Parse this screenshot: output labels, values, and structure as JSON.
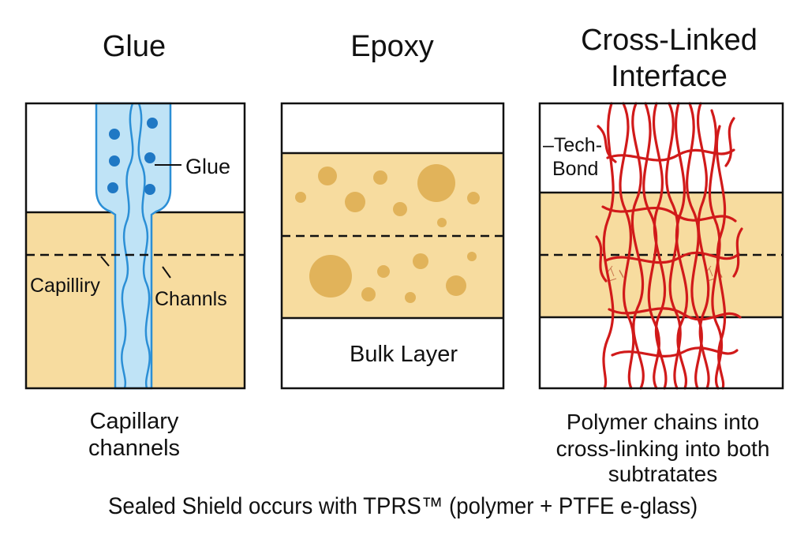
{
  "panels": {
    "glue": {
      "title": "Glue",
      "callout_glue": "Glue",
      "label_left": "Capilliry",
      "label_right": "Channls",
      "caption": "Capillary\nchannels"
    },
    "epoxy": {
      "title": "Epoxy",
      "bulk_label": "Bulk Layer"
    },
    "crosslinked": {
      "title": "Cross-Linked\nInterface",
      "tech_bond_1": "–Tech-",
      "tech_bond_2": "Bond",
      "caption_1": "Polymer chains into",
      "caption_2": "cross-linking into both",
      "caption_3": "subtratates"
    }
  },
  "footer": "Sealed Shield occurs with TPRS™ (polymer + PTFE e-glass)",
  "colors": {
    "substrate": "#f7dc9f",
    "glue_fill": "#bfe3f6",
    "glue_stroke": "#2b8fd6",
    "glue_dot": "#1f78c4",
    "epoxy_particle": "#e1b35a",
    "polymer": "#d11a1a",
    "outline": "#111111"
  }
}
